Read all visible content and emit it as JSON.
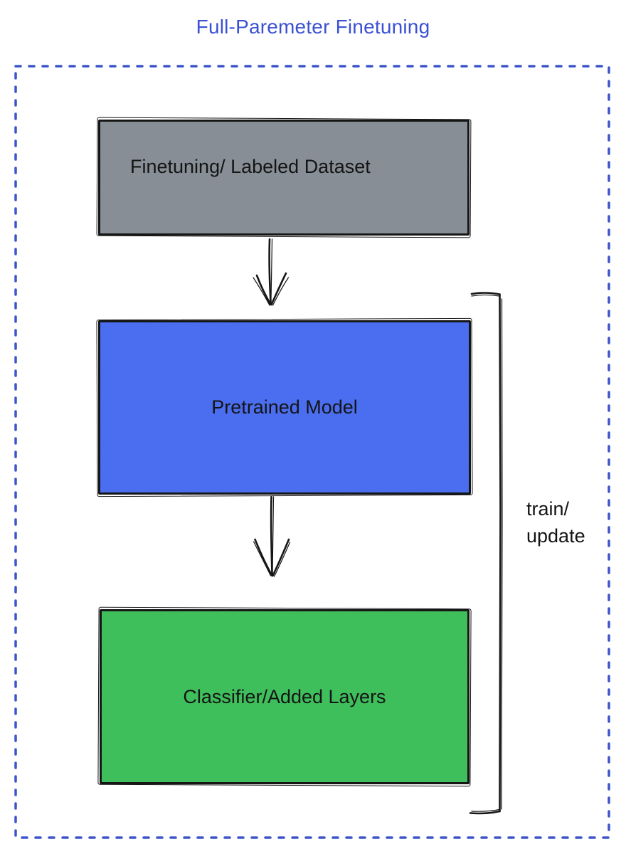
{
  "title": "Full-Paremeter Finetuning",
  "title_color": "#3b51d3",
  "container_border_color": "#3d55cb",
  "boxes": {
    "dataset": {
      "label": "Finetuning/ Labeled Dataset",
      "fill": "#878e96"
    },
    "pretrained": {
      "label": "Pretrained Model",
      "fill": "#4b6ef0"
    },
    "classifier": {
      "label": "Classifier/Added Layers",
      "fill": "#3fbe5c"
    }
  },
  "arrows": {
    "dataset_to_pretrained": "down-arrow",
    "pretrained_to_classifier": "down-arrow"
  },
  "bracket": {
    "label_line1": "train/",
    "label_line2": "update",
    "color": "#161616"
  }
}
